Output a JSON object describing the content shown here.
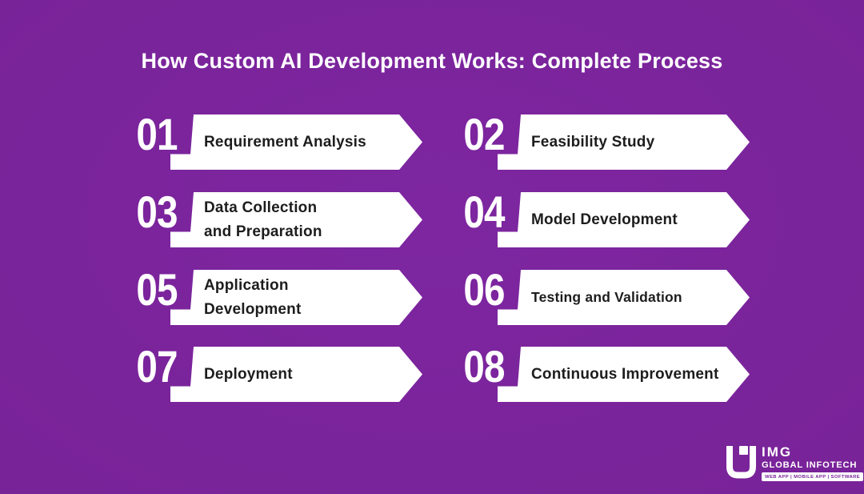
{
  "title": "How Custom AI Development Works: Complete Process",
  "steps": [
    {
      "number": "01",
      "label": "Requirement Analysis"
    },
    {
      "number": "02",
      "label": "Feasibility Study"
    },
    {
      "number": "03",
      "label": "Data Collection\nand Preparation"
    },
    {
      "number": "04",
      "label": "Model Development"
    },
    {
      "number": "05",
      "label": "Application\nDevelopment"
    },
    {
      "number": "06",
      "label": "Testing and Validation"
    },
    {
      "number": "07",
      "label": "Deployment"
    },
    {
      "number": "08",
      "label": "Continuous Improvement"
    }
  ],
  "logo": {
    "name": "IMG",
    "subtitle": "GLOBAL INFOTECH",
    "tagline": "WEB APP | MOBILE APP | SOFTWARE",
    "icon": "img-global-infotech-monogram-icon"
  },
  "colors": {
    "background": "#792399",
    "banner": "#ffffff",
    "step_text": "#1d1d1d",
    "title_text": "#ffffff"
  }
}
